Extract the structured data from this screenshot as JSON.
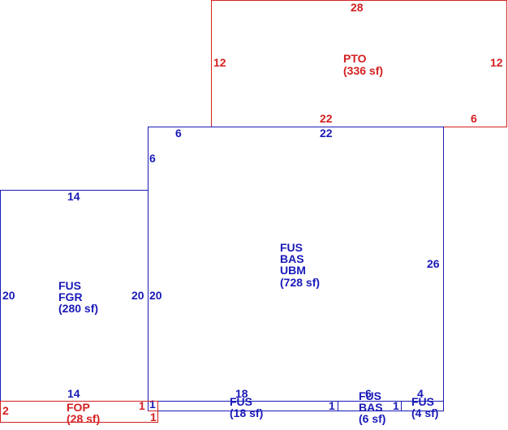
{
  "colors": {
    "blue": "#1a1ab8",
    "red": "#d42020",
    "background": "#ffffff"
  },
  "areas": {
    "pto": {
      "lines": [
        "PTO",
        "(336 sf)"
      ]
    },
    "main": {
      "lines": [
        "FUS",
        "BAS",
        "UBM",
        "(728 sf)"
      ]
    },
    "fgr": {
      "lines": [
        "FUS",
        "FGR",
        "(280 sf)"
      ]
    },
    "fop": {
      "lines": [
        "FOP",
        "(28 sf)"
      ]
    },
    "strip_mid": {
      "lines": [
        "FUS",
        "(18 sf)"
      ]
    },
    "strip_bas": {
      "lines": [
        "FUS",
        "BAS",
        "(6 sf)"
      ]
    },
    "strip_right": {
      "lines": [
        "FUS",
        "(4 sf)"
      ]
    }
  },
  "dimensions": {
    "pto_top": "28",
    "pto_left": "12",
    "pto_right": "12",
    "pto_bottom": "22",
    "pto_bottom_right": "6",
    "main_top_left": "6",
    "main_top": "22",
    "main_step": "6",
    "main_right": "26",
    "main_left": "20",
    "fgr_top": "14",
    "fgr_left": "20",
    "fgr_right": "20",
    "fgr_bottom": "14",
    "strip_mid_top": "18",
    "strip_bas_top": "6",
    "strip_right_top": "4",
    "fop_left": "2",
    "fop_right": "1",
    "strip_left": "1",
    "strip_mid_right": "1",
    "strip_bas_right": "1",
    "fop_bottom_right": "1"
  }
}
